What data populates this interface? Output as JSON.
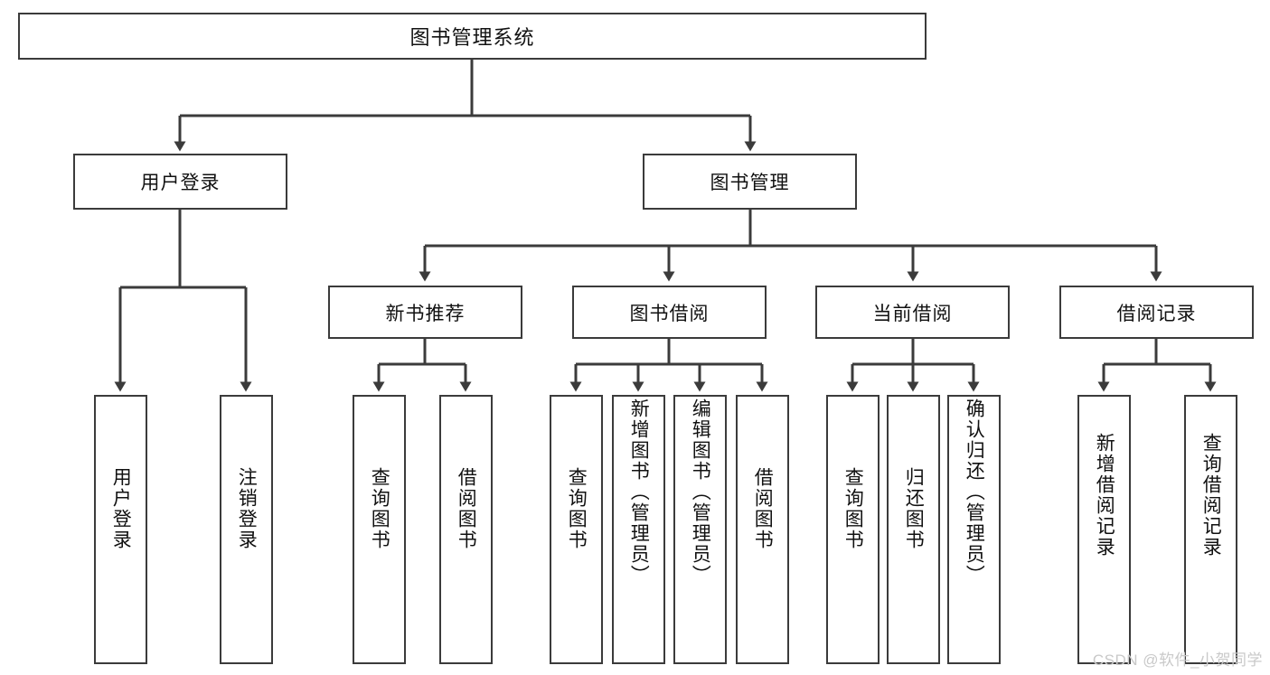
{
  "diagram": {
    "type": "tree-hierarchy",
    "title": "图书管理系统",
    "root": {
      "label": "图书管理系统"
    },
    "level2": [
      {
        "id": "user-login",
        "label": "用户登录"
      },
      {
        "id": "book-manage",
        "label": "图书管理"
      }
    ],
    "level3": [
      {
        "id": "new-book-recommend",
        "label": "新书推荐",
        "parent": "book-manage"
      },
      {
        "id": "book-borrow",
        "label": "图书借阅",
        "parent": "book-manage"
      },
      {
        "id": "current-borrow",
        "label": "当前借阅",
        "parent": "book-manage"
      },
      {
        "id": "borrow-record",
        "label": "借阅记录",
        "parent": "book-manage"
      }
    ],
    "leaves": {
      "user-login": [
        {
          "id": "leaf-user-login",
          "label": "用户登录"
        },
        {
          "id": "leaf-user-logout",
          "label": "注销登录"
        }
      ],
      "new-book-recommend": [
        {
          "id": "leaf-query-book-1",
          "label": "查询图书"
        },
        {
          "id": "leaf-borrow-book-1",
          "label": "借阅图书"
        }
      ],
      "book-borrow": [
        {
          "id": "leaf-query-book-2",
          "label": "查询图书"
        },
        {
          "id": "leaf-add-book",
          "label": "新增图书（管理员）"
        },
        {
          "id": "leaf-edit-book",
          "label": "编辑图书（管理员）"
        },
        {
          "id": "leaf-borrow-book-2",
          "label": "借阅图书"
        }
      ],
      "current-borrow": [
        {
          "id": "leaf-query-book-3",
          "label": "查询图书"
        },
        {
          "id": "leaf-return-book",
          "label": "归还图书"
        },
        {
          "id": "leaf-confirm-return",
          "label": "确认归还（管理员）"
        }
      ],
      "borrow-record": [
        {
          "id": "leaf-add-record",
          "label": "新增借阅记录"
        },
        {
          "id": "leaf-query-record",
          "label": "查询借阅记录"
        }
      ]
    },
    "colors": {
      "stroke": "#3b3b3b",
      "background": "#ffffff",
      "text": "#111111",
      "watermark": "#c9c9c9"
    }
  },
  "watermark": {
    "text": "CSDN @软件_小贺同学"
  }
}
